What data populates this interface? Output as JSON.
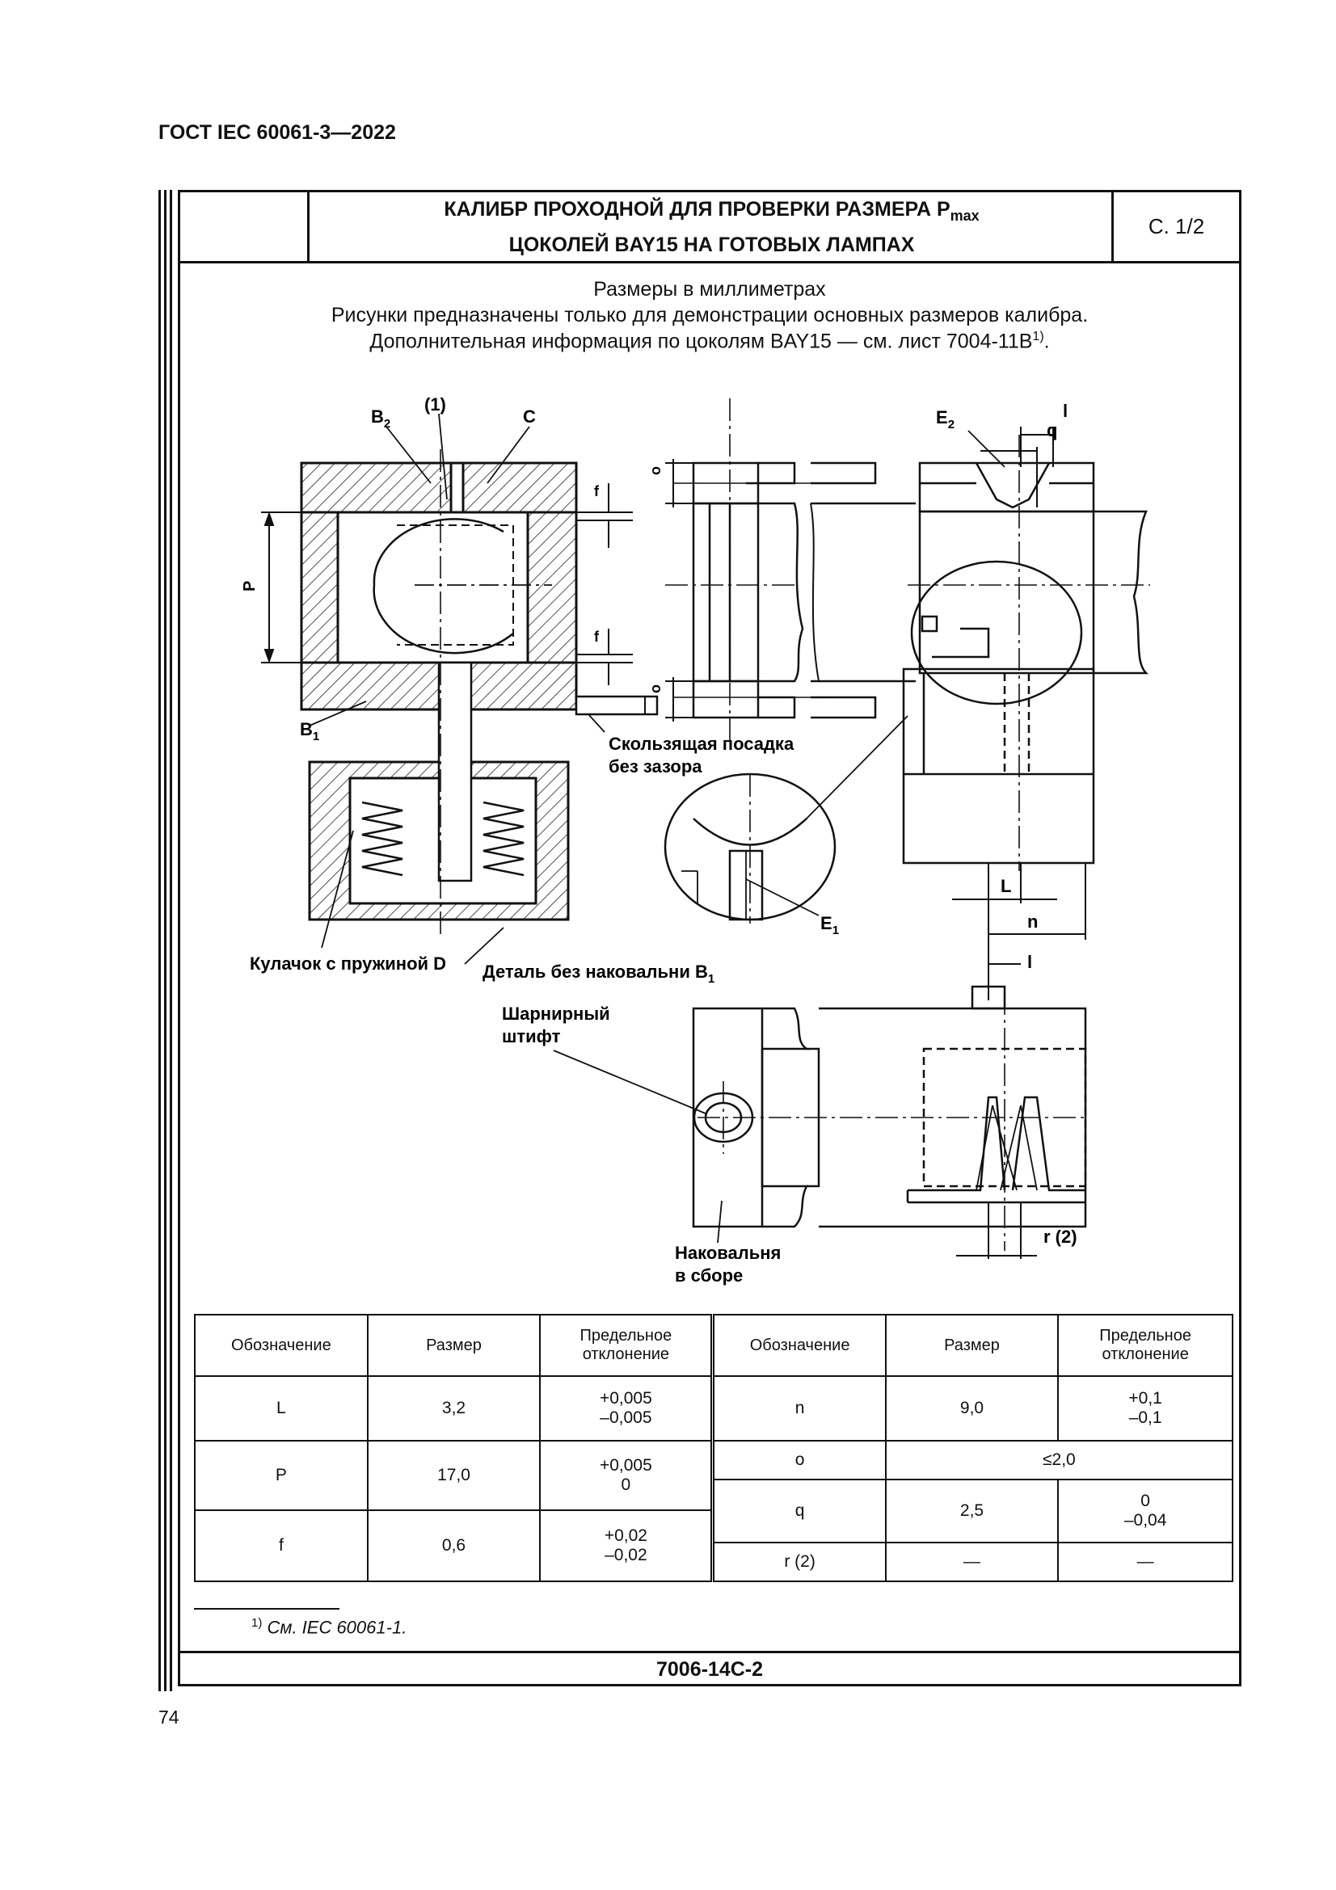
{
  "header": {
    "standard": "ГОСТ IEC 60061-3—2022",
    "title_line1_main": "КАЛИБР ПРОХОДНОЙ ДЛЯ ПРОВЕРКИ РАЗМЕРА P",
    "title_line1_sub": "max",
    "title_line2": "ЦОКОЛЕЙ BAY15 НА ГОТОВЫХ ЛАМПАХ",
    "sheet": "С. 1/2"
  },
  "intro": {
    "units": "Размеры в миллиметрах",
    "note": "Рисунки предназначены только для демонстрации основных размеров калибра.",
    "reference": "Дополнительная информация по цоколям BAY15 — см. лист 7004-11B",
    "reference_sup": "1)",
    "reference_end": "."
  },
  "drawing": {
    "labels": {
      "b2": "B",
      "b2_sub": "2",
      "note1": "(1)",
      "c": "C",
      "p": "P",
      "f_top": "f",
      "f_bottom": "f",
      "o_top": "o",
      "o_bottom": "o",
      "b1": "B",
      "b1_sub": "1",
      "sliding_fit_1": "Скользящая посадка",
      "sliding_fit_2": "без зазора",
      "cam_spring": "Кулачок с пружиной D",
      "part_no_anvil": "Деталь без наковальни B",
      "part_no_anvil_sub": "1",
      "e2": "E",
      "e2_sub": "2",
      "e1": "E",
      "e1_sub": "1",
      "l_top": "l",
      "q": "q",
      "L": "L",
      "n": "n",
      "l_mid": "l",
      "hinge_pin_1": "Шарнирный",
      "hinge_pin_2": "штифт",
      "anvil_1": "Наковальня",
      "anvil_2": "в сборе",
      "r2": "r (2)"
    }
  },
  "table": {
    "headers": [
      "Обозначение",
      "Размер",
      "Предельное",
      "отклонение"
    ],
    "rows": {
      "L": {
        "name": "L",
        "size": "3,2",
        "tol_up": "+0,005",
        "tol_low": "–0,005"
      },
      "P": {
        "name": "P",
        "size": "17,0",
        "tol_up": "+0,005",
        "tol_low": "0"
      },
      "f": {
        "name": "f",
        "size": "0,6",
        "tol_up": "+0,02",
        "tol_low": "–0,02"
      },
      "n": {
        "name": "n",
        "size": "9,0",
        "tol_up": "+0,1",
        "tol_low": "–0,1"
      },
      "o": {
        "name": "o",
        "size": "≤2,0"
      },
      "q": {
        "name": "q",
        "size": "2,5",
        "tol_up": "0",
        "tol_low": "–0,04"
      },
      "r2": {
        "name": "r (2)",
        "size": "—",
        "tol": "—"
      }
    }
  },
  "footnote": {
    "mark": "1)",
    "text": "См. IEC 60061-1."
  },
  "footer": {
    "sheet_code": "7006-14C-2",
    "page_number": "74"
  }
}
